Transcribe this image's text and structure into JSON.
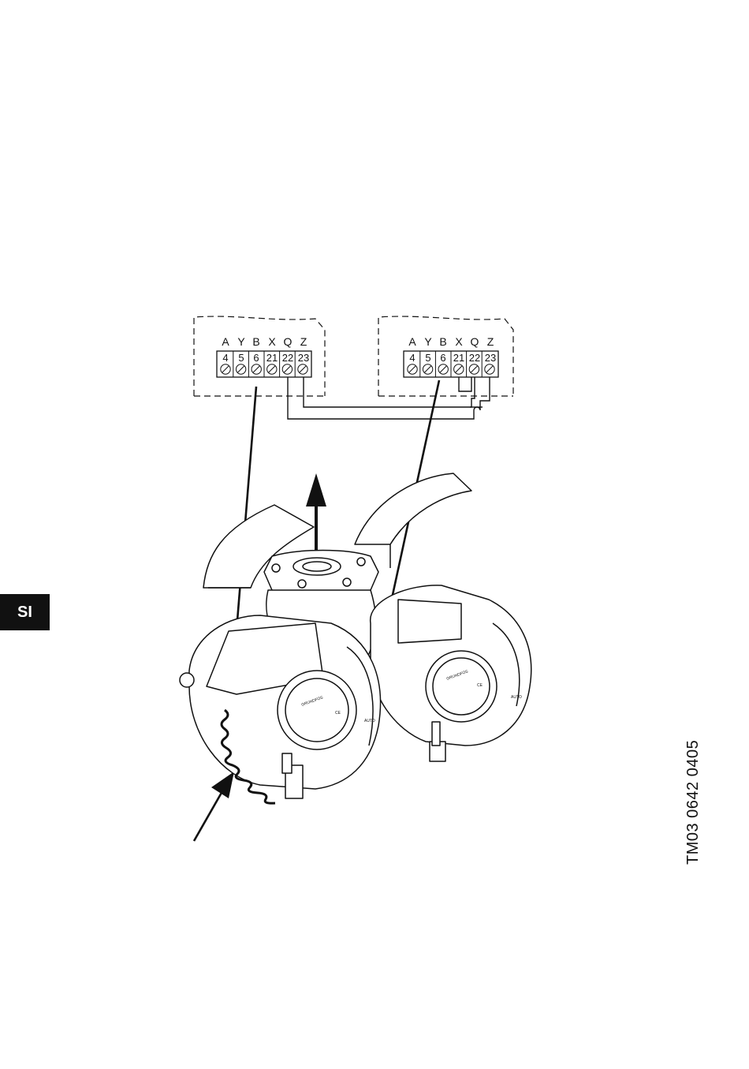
{
  "language_tab": "SI",
  "figure_code": "TM03 0642 0405",
  "terminal_blocks": [
    {
      "letters": [
        "A",
        "Y",
        "B",
        "X",
        "Q",
        "Z"
      ],
      "numbers": [
        "4",
        "5",
        "6",
        "21",
        "22",
        "23"
      ]
    },
    {
      "letters": [
        "A",
        "Y",
        "B",
        "X",
        "Q",
        "Z"
      ],
      "numbers": [
        "4",
        "5",
        "6",
        "21",
        "22",
        "23"
      ]
    }
  ],
  "pump_brand_marks": [
    "GRUNDFOS",
    "GRUNDFOS"
  ],
  "pump_panel_marks": [
    "AUTO",
    "AUTO"
  ],
  "pump_approval_marks": [
    "CE",
    "CE"
  ]
}
